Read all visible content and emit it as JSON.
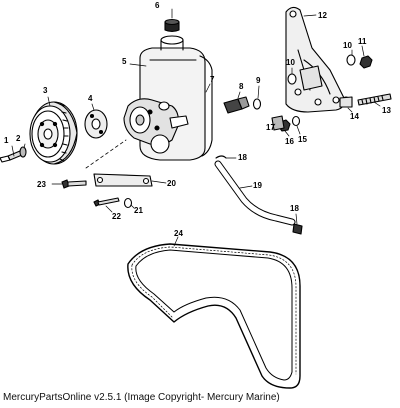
{
  "diagram": {
    "callouts": [
      {
        "id": "1",
        "label": "1"
      },
      {
        "id": "2",
        "label": "2"
      },
      {
        "id": "3",
        "label": "3"
      },
      {
        "id": "4",
        "label": "4"
      },
      {
        "id": "5",
        "label": "5"
      },
      {
        "id": "6",
        "label": "6"
      },
      {
        "id": "7",
        "label": "7"
      },
      {
        "id": "8",
        "label": "8"
      },
      {
        "id": "9",
        "label": "9"
      },
      {
        "id": "10a",
        "label": "10"
      },
      {
        "id": "10b",
        "label": "10"
      },
      {
        "id": "11",
        "label": "11"
      },
      {
        "id": "12",
        "label": "12"
      },
      {
        "id": "13",
        "label": "13"
      },
      {
        "id": "14",
        "label": "14"
      },
      {
        "id": "15",
        "label": "15"
      },
      {
        "id": "16",
        "label": "16"
      },
      {
        "id": "17",
        "label": "17"
      },
      {
        "id": "18a",
        "label": "18"
      },
      {
        "id": "18b",
        "label": "18"
      },
      {
        "id": "19",
        "label": "19"
      },
      {
        "id": "20",
        "label": "20"
      },
      {
        "id": "21",
        "label": "21"
      },
      {
        "id": "22",
        "label": "22"
      },
      {
        "id": "23",
        "label": "23"
      },
      {
        "id": "24",
        "label": "24"
      }
    ]
  },
  "footer": {
    "text": "MercuryPartsOnline v2.5.1 (Image Copyright- Mercury Marine)"
  }
}
